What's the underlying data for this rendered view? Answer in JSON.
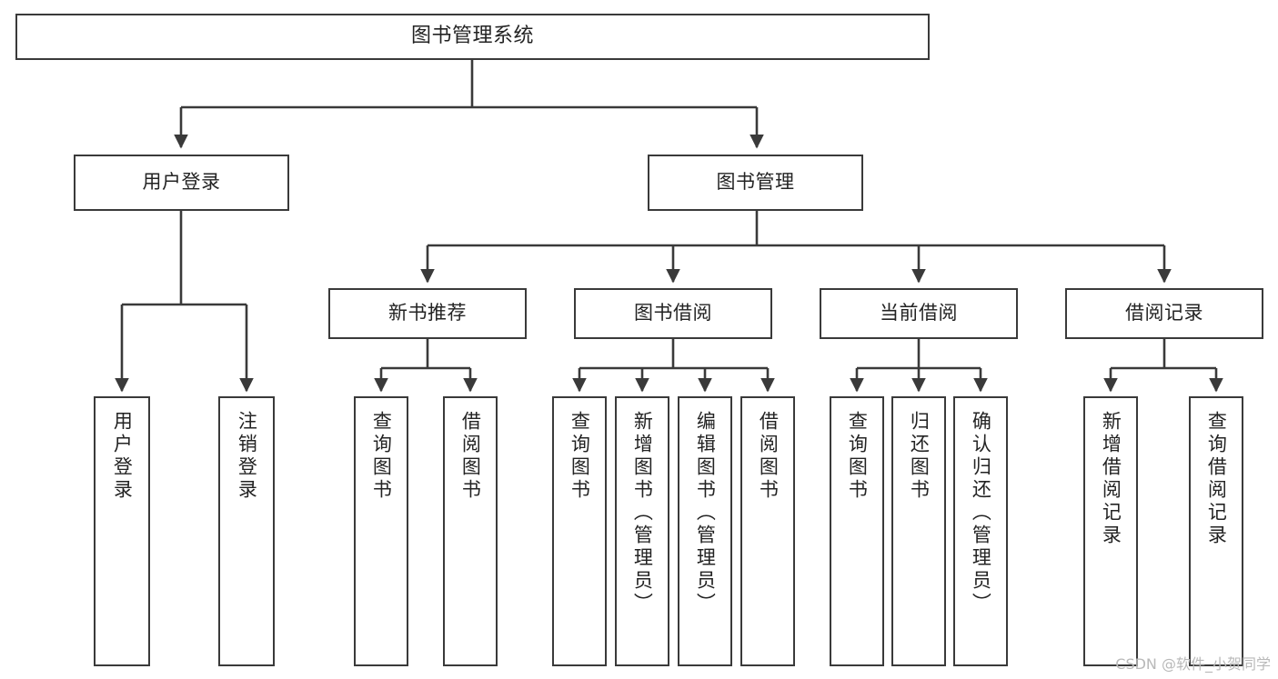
{
  "diagram": {
    "title": "图书管理系统",
    "type": "tree-hierarchy",
    "root": {
      "label": "图书管理系统"
    },
    "level2": [
      {
        "label": "用户登录"
      },
      {
        "label": "图书管理"
      }
    ],
    "level3": [
      {
        "label": "新书推荐"
      },
      {
        "label": "图书借阅"
      },
      {
        "label": "当前借阅"
      },
      {
        "label": "借阅记录"
      }
    ],
    "leaves": {
      "user_login": [
        {
          "label": "用户登录"
        },
        {
          "label": "注销登录"
        }
      ],
      "new_book_recommend": [
        {
          "label": "查询图书"
        },
        {
          "label": "借阅图书"
        }
      ],
      "book_borrow": [
        {
          "label": "查询图书"
        },
        {
          "label": "新增图书（管理员）"
        },
        {
          "label": "编辑图书（管理员）"
        },
        {
          "label": "借阅图书"
        }
      ],
      "current_borrow": [
        {
          "label": "查询图书"
        },
        {
          "label": "归还图书"
        },
        {
          "label": "确认归还（管理员）"
        }
      ],
      "borrow_record": [
        {
          "label": "新增借阅记录"
        },
        {
          "label": "查询借阅记录"
        }
      ]
    }
  },
  "watermark": {
    "text": "CSDN @软件_小贺同学"
  },
  "colors": {
    "stroke": "#3a3a3a",
    "text": "#232323",
    "background": "#ffffff",
    "watermark": "#b9b9b9"
  }
}
